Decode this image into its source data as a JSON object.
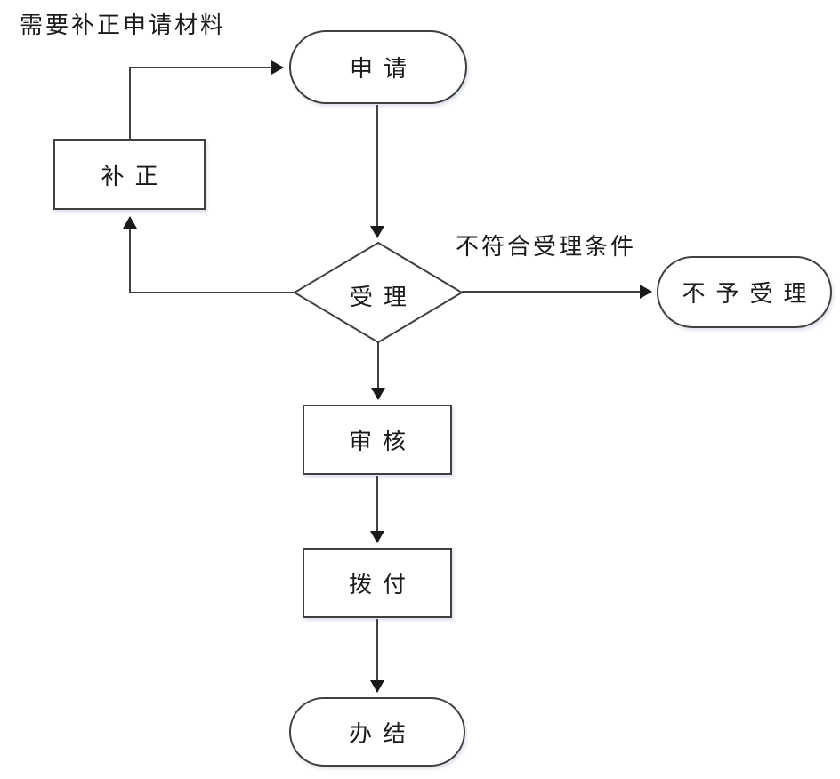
{
  "diagram": {
    "type": "flowchart",
    "notes": {
      "supplement_note": "需要补正申请材料",
      "reject_note": "不符合受理条件"
    },
    "nodes": {
      "apply": {
        "label": "申请",
        "shape": "terminator"
      },
      "supplement": {
        "label": "补正",
        "shape": "process"
      },
      "accept": {
        "label": "受理",
        "shape": "decision"
      },
      "reject": {
        "label": "不予受理",
        "shape": "terminator"
      },
      "review": {
        "label": "审核",
        "shape": "process"
      },
      "disburse": {
        "label": "拨付",
        "shape": "process"
      },
      "complete": {
        "label": "办结",
        "shape": "terminator"
      }
    },
    "edges": [
      {
        "from": "supplement",
        "to": "apply",
        "label": ""
      },
      {
        "from": "apply",
        "to": "accept",
        "label": ""
      },
      {
        "from": "accept",
        "to": "reject",
        "label": "不符合受理条件"
      },
      {
        "from": "accept",
        "to": "supplement",
        "label": "需要补正申请材料"
      },
      {
        "from": "accept",
        "to": "review",
        "label": ""
      },
      {
        "from": "review",
        "to": "disburse",
        "label": ""
      },
      {
        "from": "disburse",
        "to": "complete",
        "label": ""
      }
    ],
    "colors": {
      "background": "#ffffff",
      "line": "#404040",
      "arrowhead": "#1a1a1a",
      "text": "#1a1a1a",
      "node_fill": "#ffffff"
    }
  }
}
